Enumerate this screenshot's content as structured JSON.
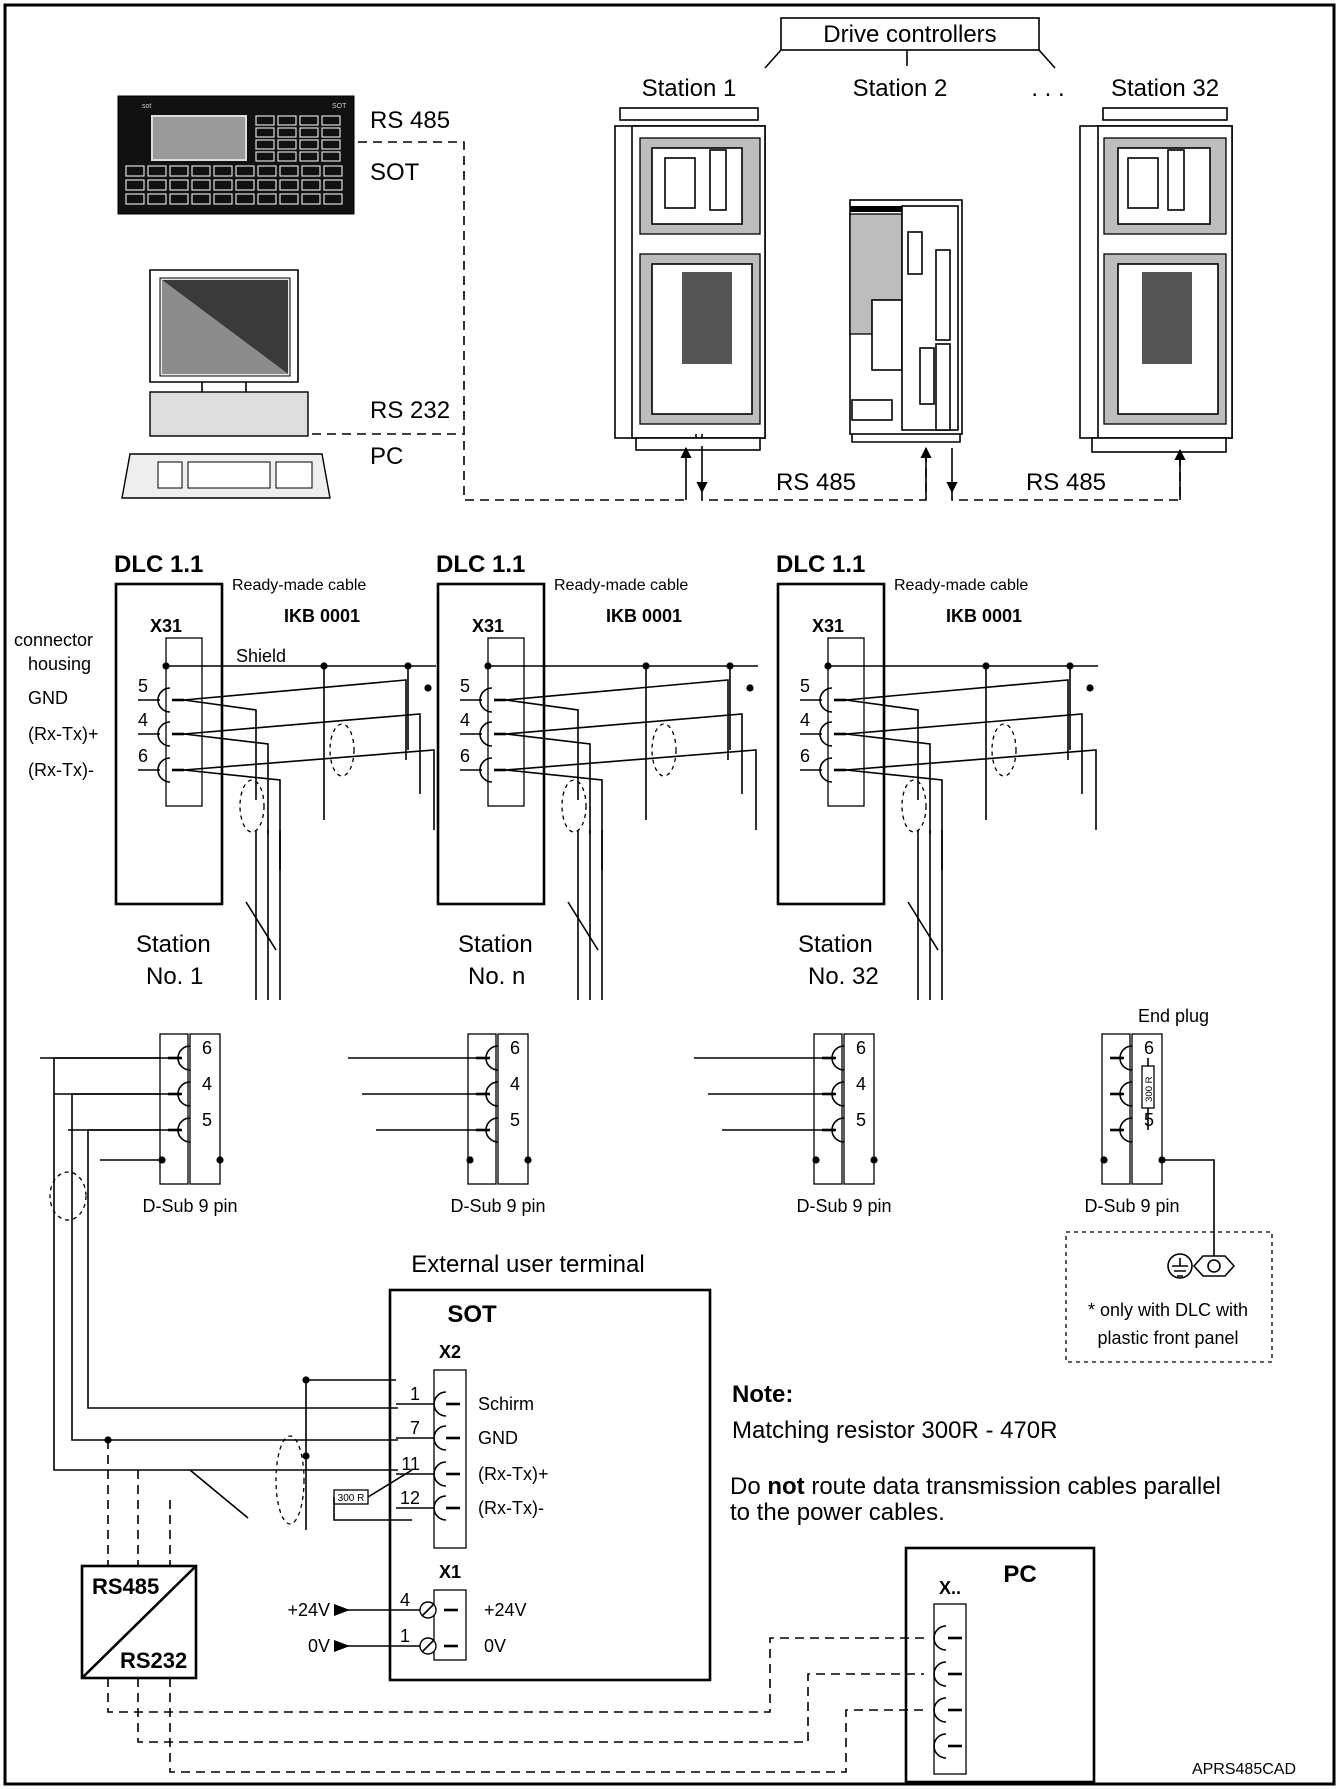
{
  "top": {
    "drive_controllers": "Drive controllers",
    "station_1": "Station 1",
    "station_2": "Station 2",
    "station_32_dots": ". . .",
    "station_32": "Station 32",
    "sot_panel_brand": "sot",
    "sot_panel_tag": "SOT",
    "rs485_sot": "RS 485",
    "sot": "SOT",
    "rs232_pc": "RS 232",
    "pc": "PC",
    "rs485_a": "RS 485",
    "rs485_b": "RS 485"
  },
  "modules": [
    {
      "title": "DLC 1.1",
      "cable": "Ready-made cable",
      "ikb": "IKB 0001",
      "x31": "X31",
      "station": "Station",
      "number": "No. 1",
      "pins": [
        "5",
        "4",
        "6"
      ]
    },
    {
      "title": "DLC 1.1",
      "cable": "Ready-made cable",
      "ikb": "IKB 0001",
      "x31": "X31",
      "station": "Station",
      "number": "No. n",
      "pins": [
        "5",
        "4",
        "6"
      ]
    },
    {
      "title": "DLC 1.1",
      "cable": "Ready-made cable",
      "ikb": "IKB 0001",
      "x31": "X31",
      "station": "Station",
      "number": "No. 32",
      "pins": [
        "5",
        "4",
        "6"
      ]
    }
  ],
  "left_labels": {
    "connector": "connector",
    "housing": "housing",
    "gnd": "GND",
    "rxtx_plus": "(Rx-Tx)+",
    "rxtx_minus": "(Rx-Tx)-",
    "shield": "Shield"
  },
  "dsub": {
    "label": "D-Sub 9 pin",
    "pins": [
      "6",
      "4",
      "5"
    ],
    "end_plug": "End plug",
    "resistor": "300 R"
  },
  "ground_note": {
    "line1": "* only with DLC with",
    "line2": "plastic front panel"
  },
  "sot_terminal": {
    "caption": "External user terminal",
    "title": "SOT",
    "x2": "X2",
    "x1": "X1",
    "x2_pins": [
      "1",
      "7",
      "11",
      "12"
    ],
    "x2_signals": [
      "Schirm",
      "GND",
      "(Rx-Tx)+",
      "(Rx-Tx)-"
    ],
    "resistor": "300 R",
    "x1_pins": [
      "4",
      "1"
    ],
    "x1_out": [
      "+24V",
      "0V"
    ],
    "x1_in": [
      "+24V",
      "0V"
    ]
  },
  "converter": {
    "top": "RS485",
    "bottom": "RS232"
  },
  "note": {
    "title": "Note:",
    "line1": "Matching resistor 300R - 470R",
    "line2_pre": "Do ",
    "line2_bold": "not",
    "line2_post": " route data transmission cables parallel",
    "line3": "to the power cables."
  },
  "pc_box": {
    "title": "PC",
    "x": "X.."
  },
  "drawing_id": "APRS485CAD"
}
